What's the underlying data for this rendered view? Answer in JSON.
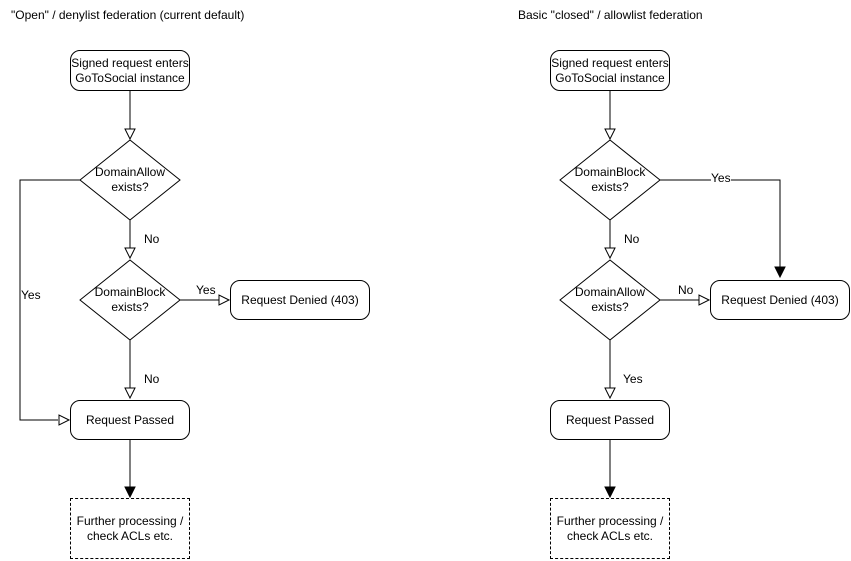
{
  "colors": {
    "stroke": "#000000",
    "text": "#000000",
    "background": "#ffffff"
  },
  "left_chart": {
    "title": "\"Open\" / denylist federation (current default)",
    "nodes": {
      "start": {
        "label": "Signed request enters\nGoToSocial instance"
      },
      "decision_allow": {
        "label": "DomainAllow\nexists?"
      },
      "decision_block": {
        "label": "DomainBlock\nexists?"
      },
      "denied": {
        "label": "Request Denied (403)"
      },
      "passed": {
        "label": "Request Passed"
      },
      "further": {
        "label": "Further processing /\ncheck ACLs etc."
      }
    },
    "edge_labels": {
      "allow_yes": "Yes",
      "allow_no": "No",
      "block_yes": "Yes",
      "block_no": "No"
    }
  },
  "right_chart": {
    "title": "Basic \"closed\" / allowlist federation",
    "nodes": {
      "start": {
        "label": "Signed request enters\nGoToSocial instance"
      },
      "decision_block": {
        "label": "DomainBlock\nexists?"
      },
      "decision_allow": {
        "label": "DomainAllow\nexists?"
      },
      "denied": {
        "label": "Request Denied (403)"
      },
      "passed": {
        "label": "Request Passed"
      },
      "further": {
        "label": "Further processing /\ncheck ACLs etc."
      }
    },
    "edge_labels": {
      "block_yes": "Yes",
      "block_no": "No",
      "allow_no": "No",
      "allow_yes": "Yes"
    }
  }
}
